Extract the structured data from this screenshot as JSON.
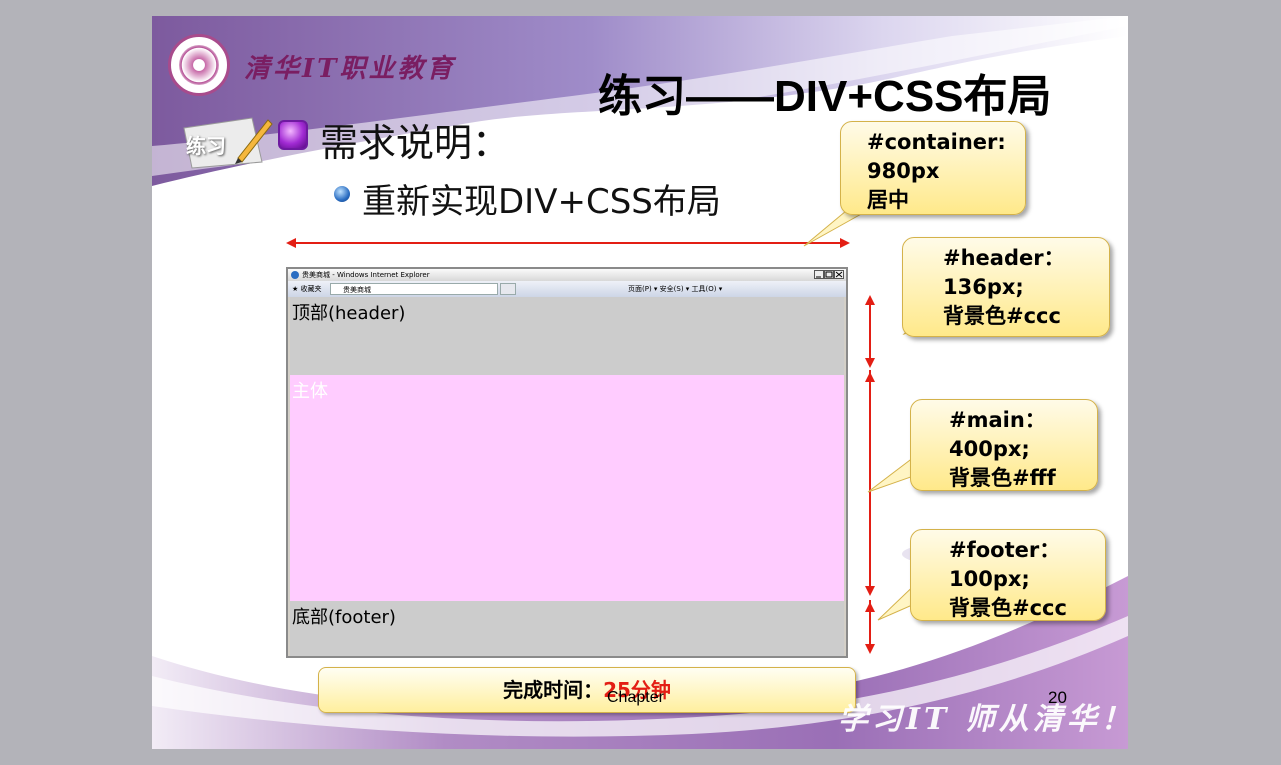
{
  "logo": {
    "name": "清华IT职业教育"
  },
  "title": "练习——DIV+CSS布局",
  "tag": "练习",
  "heading": "需求说明：",
  "subpoint": "重新实现DIV+CSS布局",
  "browser": {
    "window_title": "贵美商城 - Windows Internet Explorer",
    "favorites": "收藏夹",
    "tab": "贵美商城",
    "toolbar": "页面(P) ▾  安全(S) ▾  工具(O) ▾",
    "header_label": "顶部(header)",
    "main_label": "主体",
    "footer_label": "底部(footer)"
  },
  "callouts": {
    "container": [
      "#container:",
      "980px",
      "居中"
    ],
    "header": [
      "#header：",
      "136px;",
      "背景色#ccc"
    ],
    "main": [
      "#main：",
      "400px;",
      "背景色#fff"
    ],
    "footer": [
      "#footer：",
      "100px;",
      "背景色#ccc"
    ]
  },
  "time": {
    "label": "完成时间：",
    "value": "25分钟"
  },
  "chapter": "Chapter",
  "page_number": "20",
  "slogan": "学习IT  师从清华！",
  "colors": {
    "header_bg": "#cccccc",
    "main_bg": "#ffccff",
    "arrow": "#e31e14",
    "accent": "#8b3f8f"
  }
}
